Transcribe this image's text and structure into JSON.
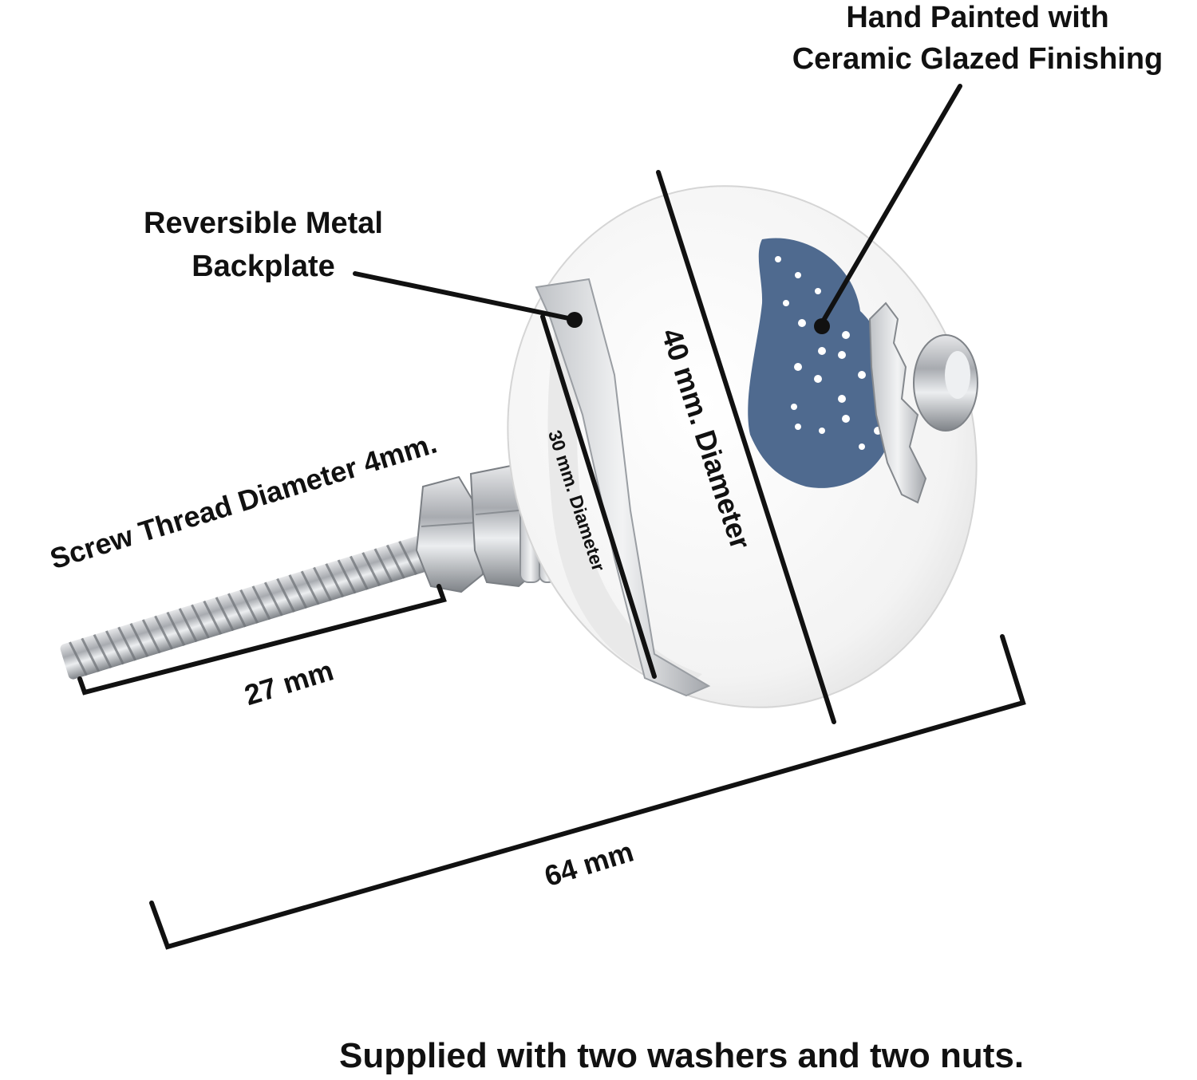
{
  "labels": {
    "finish_line1": "Hand Painted with",
    "finish_line2": "Ceramic Glazed Finishing",
    "backplate_line1": "Reversible Metal",
    "backplate_line2": "Backplate",
    "diameter_40": "40 mm. Diameter",
    "diameter_30": "30 mm. Diameter",
    "screw_thread": "Screw Thread Diameter 4mm.",
    "length_27": "27 mm",
    "length_64": "64 mm",
    "footer": "Supplied with two washers and two nuts."
  },
  "colors": {
    "text": "#111111",
    "ceramic": "#f4f4f4",
    "heart": "#4f6a8f",
    "metal": "#b9bcc0"
  }
}
